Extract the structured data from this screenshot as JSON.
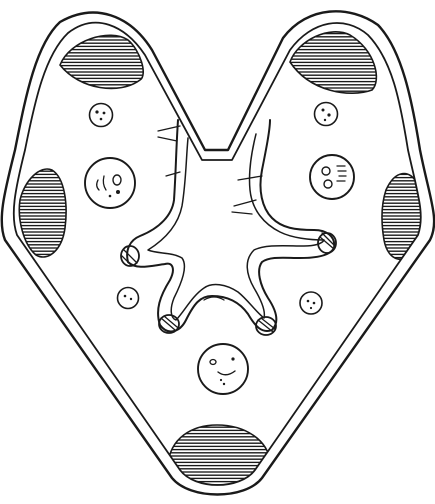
{
  "figure": {
    "style": "black-and-white line drawing",
    "ink_color": "#1a1a1a",
    "paper_color": "#ffffff",
    "hatch_color": "#1a1a1a"
  },
  "hatched_pads": [
    "upper-left",
    "upper-right",
    "left",
    "right",
    "bottom"
  ],
  "circle_cells": [
    {
      "id": "upper-left-small",
      "size": "small"
    },
    {
      "id": "upper-right-small",
      "size": "small"
    },
    {
      "id": "left-large",
      "size": "large"
    },
    {
      "id": "right-large",
      "size": "large"
    },
    {
      "id": "left-lower-small",
      "size": "small"
    },
    {
      "id": "right-lower-small",
      "size": "small"
    },
    {
      "id": "bottom-large",
      "size": "large"
    }
  ],
  "central_body": {
    "arms": 4,
    "spines": 6
  }
}
